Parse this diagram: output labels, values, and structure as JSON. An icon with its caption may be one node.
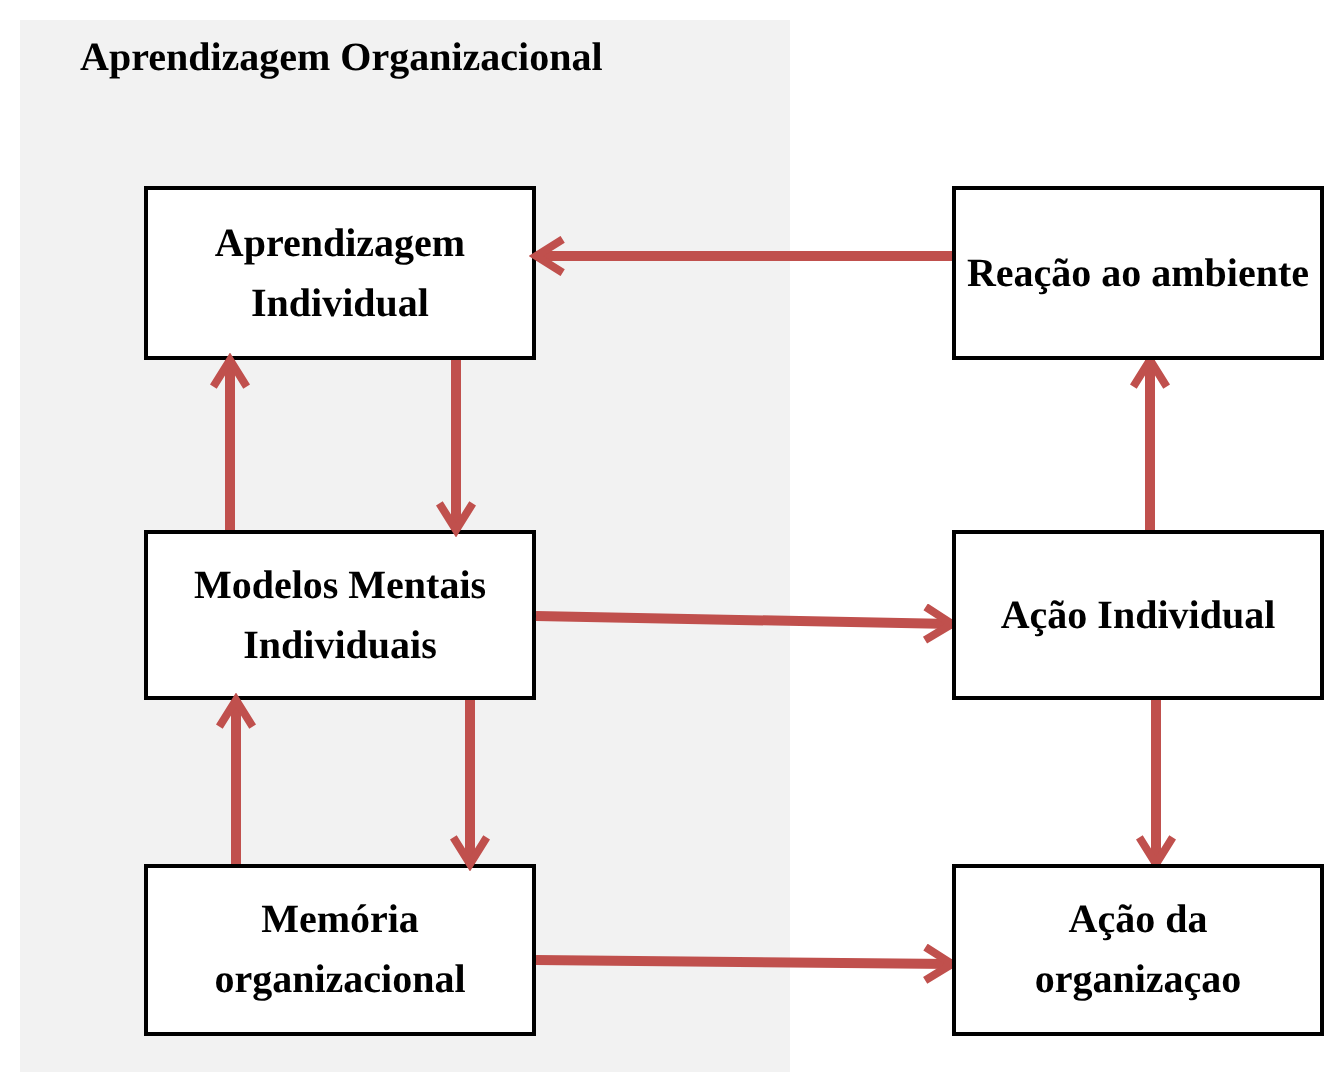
{
  "diagram": {
    "nodes": [
      {
        "text": [
          "Aprendizagem Organizacional"
        ]
      },
      {
        "text": [
          "Aprendizagem Individual"
        ],
        "in": 0
      },
      {
        "text": [
          "Modelos Mentais Individuais"
        ],
        "in": 0
      },
      {
        "text": [
          "Memória organizacional"
        ],
        "in": 0
      },
      {
        "text": [
          "Reação ao ambiente"
        ]
      },
      {
        "text": [
          "Ação Individual"
        ]
      },
      {
        "text": [
          "Ação da organizaçao"
        ]
      }
    ],
    "edges": [
      {
        "from": 4,
        "to": 1,
        "arrow": "to"
      },
      {
        "from": 2,
        "to": 1,
        "arrow": "to"
      },
      {
        "from": 1,
        "to": 2,
        "arrow": "to"
      },
      {
        "from": 3,
        "to": 2,
        "arrow": "to"
      },
      {
        "from": 2,
        "to": 3,
        "arrow": "to"
      },
      {
        "from": 2,
        "to": 5,
        "arrow": "to"
      },
      {
        "from": 3,
        "to": 6,
        "arrow": "to"
      },
      {
        "from": 5,
        "to": 4,
        "arrow": "to"
      },
      {
        "from": 5,
        "to": 6,
        "arrow": "to"
      }
    ]
  }
}
